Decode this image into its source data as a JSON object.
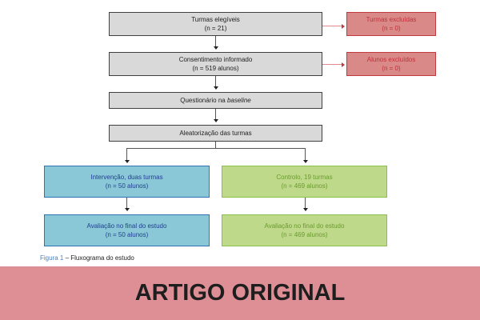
{
  "flow": {
    "eligible": {
      "title": "Turmas elegíveis",
      "n": "(n = 21)"
    },
    "excluded_classes": {
      "title": "Turmas excluídas",
      "n": "(n = 0)"
    },
    "consent": {
      "title": "Consentimento informado",
      "n": "(n = 519 alunos)"
    },
    "excluded_students": {
      "title": "Alunos excluídos",
      "n": "(n = 0)"
    },
    "baseline": {
      "title": "Questionário na ",
      "title_em": "baseline"
    },
    "randomization": {
      "title": "Aleatorização das turmas"
    },
    "intervention": {
      "title": "Intervenção, duas turmas",
      "n": "(n = 50 alunos)"
    },
    "control": {
      "title": "Controlo, 19 turmas",
      "n": "(n = 469 alunos)"
    },
    "intervention_end": {
      "title": "Avaliação no final do estudo",
      "n": "(n = 50 alunos)"
    },
    "control_end": {
      "title": "Avaliação no final do estudo",
      "n": "(n = 469 alunos)"
    }
  },
  "caption": {
    "figure": "Figura 1",
    "text": " – Fluxograma do estudo"
  },
  "banner": {
    "text": "ARTIGO ORIGINAL"
  }
}
